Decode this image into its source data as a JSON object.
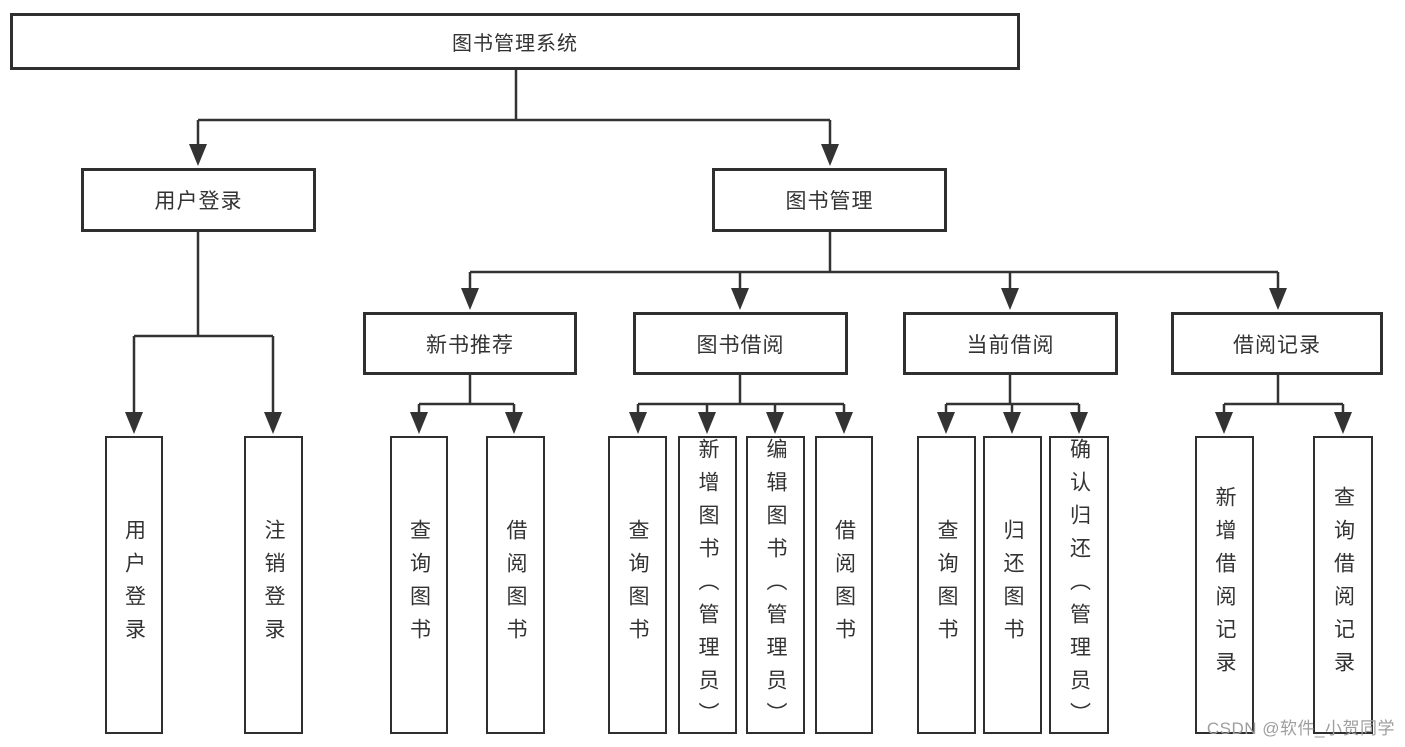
{
  "diagram": {
    "root": {
      "label": "图书管理系统",
      "children": [
        {
          "label": "用户登录",
          "children": [
            {
              "label": "用户登录"
            },
            {
              "label": "注销登录"
            }
          ]
        },
        {
          "label": "图书管理",
          "children": [
            {
              "label": "新书推荐",
              "children": [
                {
                  "label": "查询图书"
                },
                {
                  "label": "借阅图书"
                }
              ]
            },
            {
              "label": "图书借阅",
              "children": [
                {
                  "label": "查询图书"
                },
                {
                  "label": "新增图书（管理员）"
                },
                {
                  "label": "编辑图书（管理员）"
                },
                {
                  "label": "借阅图书"
                }
              ]
            },
            {
              "label": "当前借阅",
              "children": [
                {
                  "label": "查询图书"
                },
                {
                  "label": "归还图书"
                },
                {
                  "label": "确认归还（管理员）"
                }
              ]
            },
            {
              "label": "借阅记录",
              "children": [
                {
                  "label": "新增借阅记录"
                },
                {
                  "label": "查询借阅记录"
                }
              ]
            }
          ]
        }
      ]
    },
    "colors": {
      "line": "#333333",
      "box_border": "#2f2f2f",
      "text": "#333333",
      "background": "#ffffff",
      "watermark": "#9e9e9e"
    }
  },
  "watermark": {
    "text": "CSDN @软件_小贺同学"
  }
}
